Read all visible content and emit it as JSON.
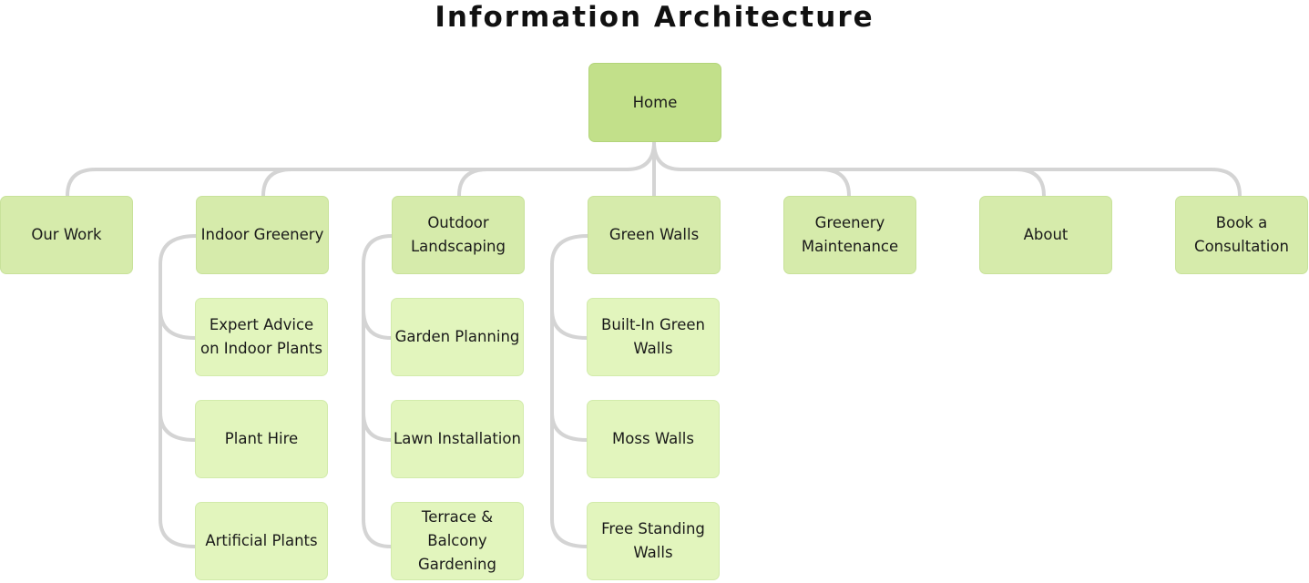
{
  "title": "Information Architecture",
  "colors": {
    "root": "#c2e08a",
    "level1": "#d6ebab",
    "level2": "#e2f5bd",
    "connector": "#d4d4d4"
  },
  "root": {
    "label": "Home"
  },
  "sections": [
    {
      "label": "Our Work",
      "children": []
    },
    {
      "label": "Indoor Greenery",
      "children": [
        "Expert Advice on Indoor Plants",
        "Plant Hire",
        "Artificial Plants"
      ]
    },
    {
      "label": "Outdoor Landscaping",
      "children": [
        "Garden Planning",
        "Lawn Installation",
        "Terrace & Balcony Gardening"
      ]
    },
    {
      "label": "Green Walls",
      "children": [
        "Built-In Green Walls",
        "Moss Walls",
        "Free Standing Walls"
      ]
    },
    {
      "label": "Greenery Maintenance",
      "children": []
    },
    {
      "label": "About",
      "children": []
    },
    {
      "label": "Book a Consultation",
      "children": []
    }
  ]
}
